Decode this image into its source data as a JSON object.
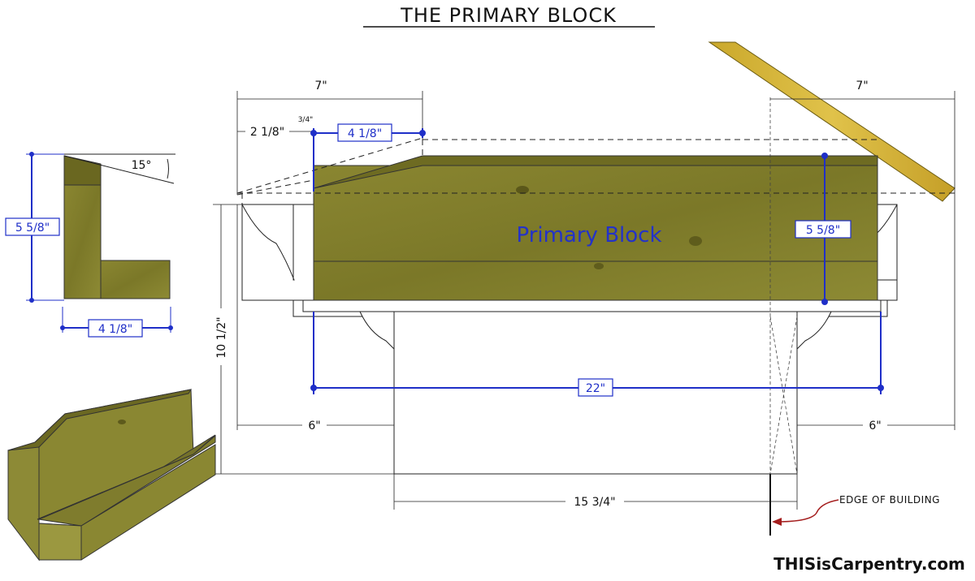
{
  "title": "THE PRIMARY BLOCK",
  "main_label": "Primary Block",
  "brand": "THISisCarpentry.com",
  "note": "EDGE OF BUILDING",
  "dimensions": {
    "top_left_width": "7\"",
    "top_right_width": "7\"",
    "rise": "2 1/8\"",
    "small_offset": "3/4\"",
    "block_depth_top": "4 1/8\"",
    "block_height_right": "5 5/8\"",
    "total_height": "10 1/2\"",
    "block_length": "22\"",
    "left_overhang": "6\"",
    "right_overhang": "6\"",
    "post_width": "15 3/4\""
  },
  "section_view": {
    "height": "5 5/8\"",
    "width": "4 1/8\"",
    "angle": "15°"
  },
  "colors": {
    "wood": "#7e7b2a",
    "wood_light": "#8c8932",
    "wood_dark": "#5f5d1c",
    "rafter": "#d8b83a",
    "dimension_blue": "#1f2fc8",
    "arrow_red": "#a41d1d"
  }
}
